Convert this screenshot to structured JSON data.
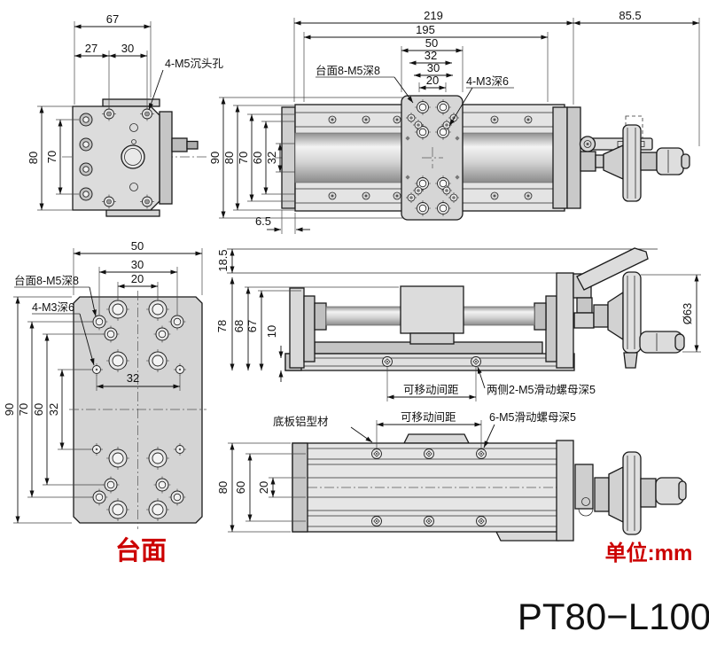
{
  "drawing": {
    "model": "PT80−L100",
    "unit_note": "单位:mm",
    "accent_red": "#cc0000",
    "line_color": "#1a1a1a"
  },
  "front_view": {
    "dim_total_width": "67",
    "dim_hole_offset": "27",
    "dim_hole_pitch": "30",
    "dim_total_height": "80",
    "dim_hole_vpitch": "70",
    "callout_counterbore": "4-M5沉头孔"
  },
  "top_view": {
    "dim_overall": "219",
    "dim_body": "195",
    "dim_handle": "85.5",
    "dim_plate": "50",
    "dim_p32": "32",
    "dim_p30": "30",
    "dim_p20": "20",
    "dim_h90": "90",
    "dim_h80": "80",
    "dim_h70": "70",
    "dim_h60": "60",
    "dim_h32": "32",
    "dim_offset": "6.5",
    "callout_table_holes": "台面8-M5深8",
    "callout_m3_holes": "4-M3深6"
  },
  "table_view": {
    "dim_w50": "50",
    "dim_w30": "30",
    "dim_w20": "20",
    "dim_w32": "32",
    "dim_h90": "90",
    "dim_h70": "70",
    "dim_h60": "60",
    "dim_h32": "32",
    "callout_table_holes": "台面8-M5深8",
    "callout_m3_holes": "4-M3深6",
    "caption": "台面"
  },
  "side_view": {
    "dim_185": "18.5",
    "dim_78": "78",
    "dim_68": "68",
    "dim_67": "67",
    "dim_10": "10",
    "dim_handwheel": "Ø63",
    "callout_travel": "可移动间距",
    "callout_side_nuts": "两侧2-M5滑动螺母深5"
  },
  "bottom_view": {
    "dim_h80": "80",
    "dim_h60": "60",
    "dim_h20": "20",
    "callout_base": "底板铝型材",
    "callout_travel": "可移动间距",
    "callout_nuts": "6-M5滑动螺母深5"
  }
}
